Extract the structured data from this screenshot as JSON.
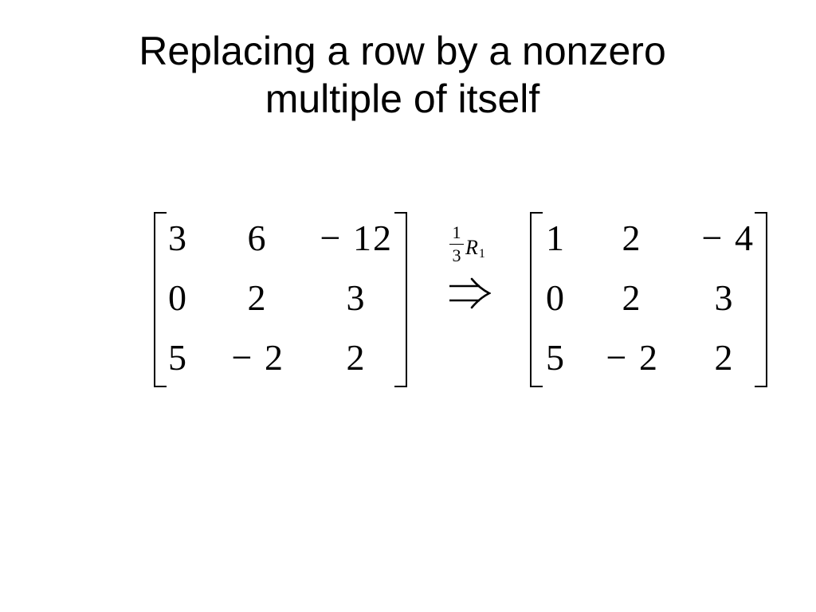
{
  "slide": {
    "title_lines": [
      "Replacing a row by a nonzero",
      "multiple of itself"
    ]
  },
  "matrix_left": {
    "rows": [
      [
        "3",
        "6",
        "− 12"
      ],
      [
        "0",
        "2",
        "3"
      ],
      [
        "5",
        "− 2",
        "2"
      ]
    ]
  },
  "operation": {
    "numerator": "1",
    "denominator": "3",
    "row_symbol": "R",
    "row_index": "1",
    "arrow": "⇒"
  },
  "matrix_right": {
    "rows": [
      [
        "1",
        "2",
        "− 4"
      ],
      [
        "0",
        "2",
        "3"
      ],
      [
        "5",
        "− 2",
        "2"
      ]
    ]
  }
}
